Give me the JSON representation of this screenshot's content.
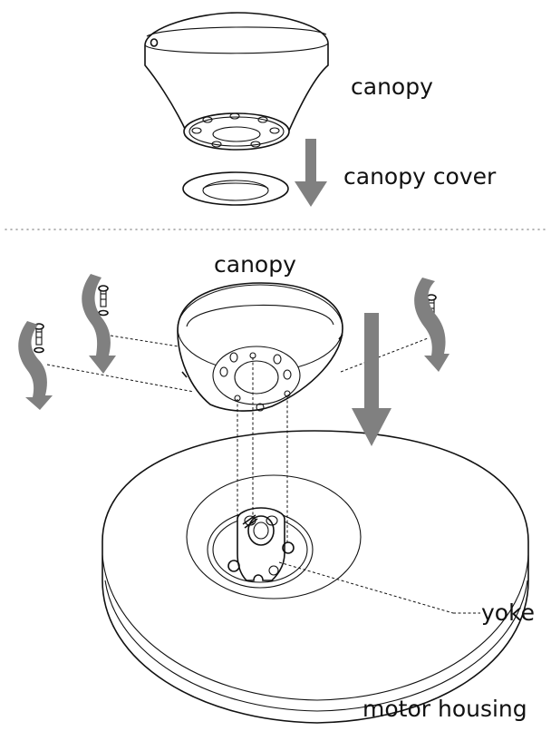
{
  "labels": {
    "canopy_top": "canopy",
    "canopy_cover": "canopy cover",
    "canopy_bottom": "canopy",
    "yoke": "yoke",
    "motor_housing": "motor housing"
  },
  "colors": {
    "line": "#111111",
    "arrow": "#808080",
    "divider": "#9a9a9a",
    "background": "#ffffff"
  },
  "icons": [
    "down-arrow-icon",
    "curved-arrow-icon",
    "screw-icon"
  ]
}
